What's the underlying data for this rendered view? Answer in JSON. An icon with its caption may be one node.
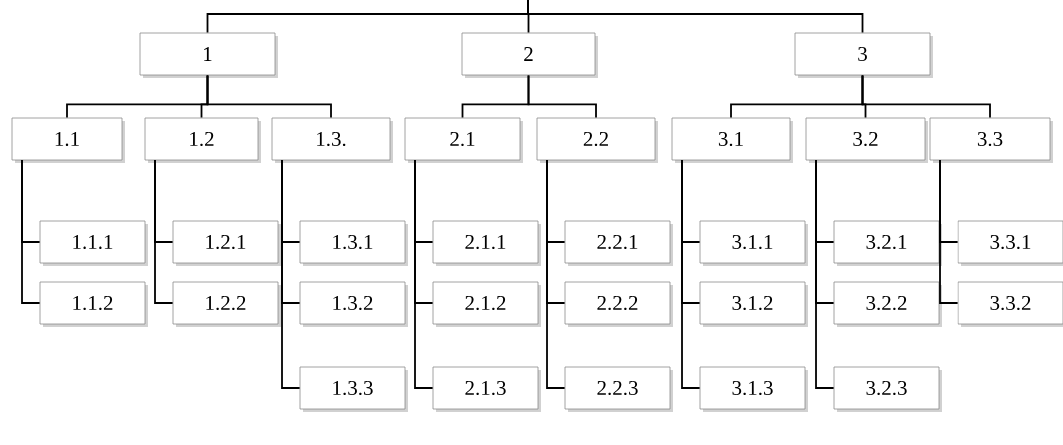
{
  "diagram": {
    "nodes": [
      {
        "text": [
          "1"
        ]
      },
      {
        "text": [
          "2"
        ]
      },
      {
        "text": [
          "3"
        ]
      },
      {
        "text": [
          "1.1"
        ]
      },
      {
        "text": [
          "1.2"
        ]
      },
      {
        "text": [
          "1.3."
        ]
      },
      {
        "text": [
          "2.1"
        ]
      },
      {
        "text": [
          "2.2"
        ]
      },
      {
        "text": [
          "3.1"
        ]
      },
      {
        "text": [
          "3.2"
        ]
      },
      {
        "text": [
          "3.3"
        ]
      },
      {
        "text": [
          "1.1.1"
        ]
      },
      {
        "text": [
          "1.1.2"
        ]
      },
      {
        "text": [
          "1.2.1"
        ]
      },
      {
        "text": [
          "1.2.2"
        ]
      },
      {
        "text": [
          "1.3.1"
        ]
      },
      {
        "text": [
          "1.3.2"
        ]
      },
      {
        "text": [
          "1.3.3"
        ]
      },
      {
        "text": [
          "2.1.1"
        ]
      },
      {
        "text": [
          "2.1.2"
        ]
      },
      {
        "text": [
          "2.1.3"
        ]
      },
      {
        "text": [
          "2.2.1"
        ]
      },
      {
        "text": [
          "2.2.2"
        ]
      },
      {
        "text": [
          "2.2.3"
        ]
      },
      {
        "text": [
          "3.1.1"
        ]
      },
      {
        "text": [
          "3.1.2"
        ]
      },
      {
        "text": [
          "3.1.3"
        ]
      },
      {
        "text": [
          "3.2.1"
        ]
      },
      {
        "text": [
          "3.2.2"
        ]
      },
      {
        "text": [
          "3.2.3"
        ]
      },
      {
        "text": [
          "3.3.1"
        ]
      },
      {
        "text": [
          "3.3.2"
        ]
      }
    ],
    "edges": [
      {
        "from": null,
        "to": 0,
        "arrow": "none"
      },
      {
        "from": null,
        "to": 1,
        "arrow": "none"
      },
      {
        "from": null,
        "to": 2,
        "arrow": "none"
      },
      {
        "from": 0,
        "to": 3,
        "arrow": "none"
      },
      {
        "from": 0,
        "to": 4,
        "arrow": "none"
      },
      {
        "from": 0,
        "to": 5,
        "arrow": "none"
      },
      {
        "from": 1,
        "to": 6,
        "arrow": "none"
      },
      {
        "from": 1,
        "to": 7,
        "arrow": "none"
      },
      {
        "from": 2,
        "to": 8,
        "arrow": "none"
      },
      {
        "from": 2,
        "to": 9,
        "arrow": "none"
      },
      {
        "from": 2,
        "to": 10,
        "arrow": "none"
      },
      {
        "from": 3,
        "to": 11,
        "arrow": "none"
      },
      {
        "from": 3,
        "to": 12,
        "arrow": "none"
      },
      {
        "from": 4,
        "to": 13,
        "arrow": "none"
      },
      {
        "from": 4,
        "to": 14,
        "arrow": "none"
      },
      {
        "from": 5,
        "to": 15,
        "arrow": "none"
      },
      {
        "from": 5,
        "to": 16,
        "arrow": "none"
      },
      {
        "from": 5,
        "to": 17,
        "arrow": "none"
      },
      {
        "from": 6,
        "to": 18,
        "arrow": "none"
      },
      {
        "from": 6,
        "to": 19,
        "arrow": "none"
      },
      {
        "from": 6,
        "to": 20,
        "arrow": "none"
      },
      {
        "from": 7,
        "to": 21,
        "arrow": "none"
      },
      {
        "from": 7,
        "to": 22,
        "arrow": "none"
      },
      {
        "from": 7,
        "to": 23,
        "arrow": "none"
      },
      {
        "from": 8,
        "to": 24,
        "arrow": "none"
      },
      {
        "from": 8,
        "to": 25,
        "arrow": "none"
      },
      {
        "from": 8,
        "to": 26,
        "arrow": "none"
      },
      {
        "from": 9,
        "to": 27,
        "arrow": "none"
      },
      {
        "from": 9,
        "to": 28,
        "arrow": "none"
      },
      {
        "from": 9,
        "to": 29,
        "arrow": "none"
      },
      {
        "from": 10,
        "to": 30,
        "arrow": "none"
      },
      {
        "from": 10,
        "to": 31,
        "arrow": "none"
      }
    ]
  }
}
